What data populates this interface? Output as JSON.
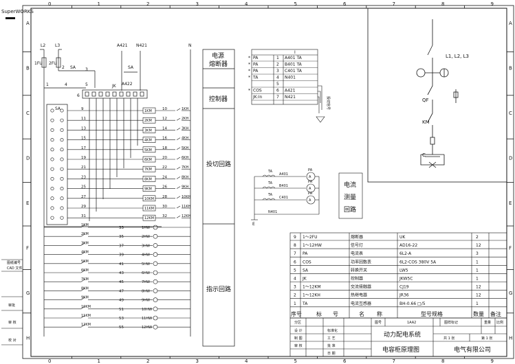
{
  "brand": "SuperWORKS",
  "left_block": {
    "a": "图纸编号",
    "b": "CAD 文件",
    "c": "审批",
    "d": "审 核",
    "e": "校 对"
  },
  "frame": {
    "cols": [
      "0",
      "1",
      "2",
      "3",
      "4",
      "5",
      "6",
      "7",
      "8",
      "9"
    ],
    "rows": [
      "A",
      "B",
      "C",
      "D",
      "E",
      "F",
      "G",
      "H"
    ]
  },
  "circuit": {
    "L2": "L2",
    "L3": "L3",
    "N": "N",
    "fu1": "1FU",
    "fu2": "2FU",
    "sa": "SA",
    "jk": "JK",
    "a421": "A421",
    "n421": "N421",
    "a422": "A422",
    "n1": "1",
    "n2": "2",
    "n3": "3",
    "n4": "4",
    "n5": "5",
    "n6": "6",
    "sa_rows": [
      "9",
      "11",
      "13",
      "15",
      "17",
      "19",
      "21",
      "23",
      "25",
      "27",
      "29",
      "31"
    ],
    "km_labels": [
      "1KM",
      "2KM",
      "3KM",
      "4KM",
      "5KM",
      "6KM",
      "7KM",
      "8KM",
      "9KM",
      "10KM",
      "11KM",
      "12KM"
    ],
    "mid_nums": [
      "10",
      "12",
      "14",
      "16",
      "18",
      "20",
      "22",
      "24",
      "26",
      "28",
      "30",
      "32"
    ],
    "kh_labels": [
      "1KH",
      "2KH",
      "3KH",
      "4KH",
      "5KH",
      "6KH",
      "7KH",
      "8KH",
      "9KH",
      "10KH",
      "11KH",
      "12KH"
    ],
    "ind_km": [
      "1KM",
      "2KM",
      "3KM",
      "4KM",
      "5KM",
      "6KM",
      "7KM",
      "8KM",
      "9KM",
      "10KM",
      "11KM",
      "12KM"
    ],
    "ind_nums": [
      "33",
      "35",
      "37",
      "39",
      "41",
      "43",
      "45",
      "47",
      "49",
      "51",
      "53",
      "55"
    ],
    "hw_labels": [
      "1HW",
      "2HW",
      "3HW",
      "4HW",
      "5HW",
      "6HW",
      "7HW",
      "8HW",
      "9HW",
      "10HW",
      "11HW",
      "12HW"
    ]
  },
  "sections": {
    "s1a": "电源",
    "s1b": "熔断器",
    "s2": "控制器",
    "s3": "投切回路",
    "s4": "指示回路"
  },
  "jk_block": {
    "title": "I",
    "left": [
      "PA",
      "PA",
      "PA",
      "TA",
      "",
      "COS",
      "JK:In"
    ],
    "nums": [
      "1",
      "2",
      "3",
      "4",
      "5",
      "6",
      "7"
    ],
    "right": [
      "A401 TA",
      "B401 TA",
      "C401 TA",
      "N401",
      "",
      "A421",
      "N421"
    ],
    "stars": [
      "*",
      "*",
      "*",
      "*",
      "",
      "*"
    ],
    "side_note": "投切信号"
  },
  "ct": {
    "ta": "TA",
    "wires": [
      "A401",
      "B401",
      "C401"
    ],
    "pa": "PA",
    "n401": "N401",
    "e": "E",
    "label": [
      "电流",
      "测量",
      "回路"
    ]
  },
  "single_line": {
    "bus": "L1, L2, L3",
    "qf": "QF",
    "km": "KM",
    "c": "C"
  },
  "bom": {
    "headers": [
      "序号",
      "标",
      "号",
      "名",
      "称",
      "型号规格",
      "数量",
      "备注"
    ],
    "rows": [
      {
        "no": "9",
        "code": "1～2FU",
        "name": "熔断器",
        "spec": "UK",
        "qty": "2"
      },
      {
        "no": "8",
        "code": "1～12HW",
        "name": "信号灯",
        "spec": "AD16-22",
        "qty": "12"
      },
      {
        "no": "7",
        "code": "PA",
        "name": "电流表",
        "spec": "6L2-A",
        "qty": "3"
      },
      {
        "no": "6",
        "code": "COS",
        "name": "功率因数表",
        "spec": "6L2-COS 380V 5A",
        "qty": "1"
      },
      {
        "no": "5",
        "code": "SA",
        "name": "转换开关",
        "spec": "LW5",
        "qty": "1"
      },
      {
        "no": "4",
        "code": "JK",
        "name": "控制器",
        "spec": "JKW5C",
        "qty": "1"
      },
      {
        "no": "3",
        "code": "1～12KM",
        "name": "交流接触器",
        "spec": "CJ19",
        "qty": "12"
      },
      {
        "no": "2",
        "code": "1～12KH",
        "name": "热继电器",
        "spec": "JR36",
        "qty": "12"
      },
      {
        "no": "1",
        "code": "TA",
        "name": "电流互感器",
        "spec": "BH-0.66 □/5",
        "qty": "1"
      }
    ]
  },
  "title_block": {
    "r1": [
      "分区",
      "",
      "",
      "",
      "",
      "",
      "",
      "图号",
      "",
      "1AA2",
      "",
      "图样标记",
      "",
      "",
      "",
      "重量",
      "比例"
    ],
    "design": "设 计",
    "draw": "制 图",
    "check": "审 核",
    "std": "标准化",
    "proc": "工 艺",
    "appr": "批 准",
    "date": "日 期",
    "project": "动力配电系统",
    "drawing": "电容柜原理图",
    "company": "电气有限公司",
    "sheet_total": "共 1 张",
    "sheet_no": "第 1 张"
  }
}
